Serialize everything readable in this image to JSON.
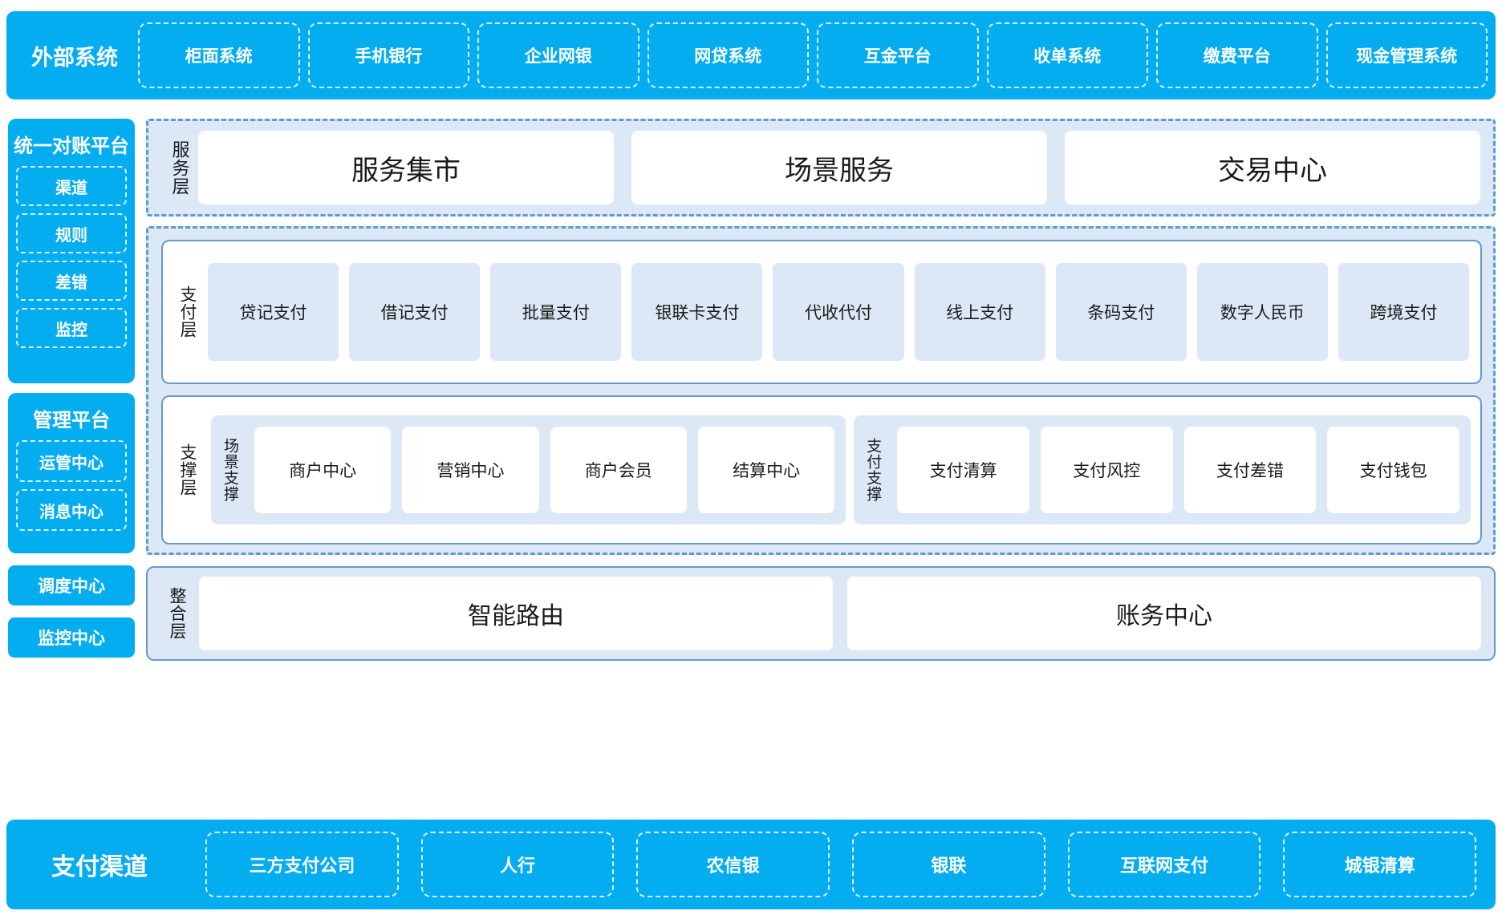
{
  "colors": {
    "brand_blue": "#03ADEF",
    "panel_light_blue": "#DCE8F6",
    "dashed_border_blue": "#5B9BD5",
    "box_border_blue": "#6699D0",
    "white": "#FFFFFF",
    "text_dark": "#1A1A1A"
  },
  "external_systems": {
    "title": "外部系统",
    "items": [
      "柜面系统",
      "手机银行",
      "企业网银",
      "网贷系统",
      "互金平台",
      "收单系统",
      "缴费平台",
      "现金管理系统"
    ]
  },
  "sidebar": {
    "recon_platform": {
      "title": "统一对账平台",
      "items": [
        "渠道",
        "规则",
        "差错",
        "监控"
      ]
    },
    "management_platform": {
      "title": "管理平台",
      "items": [
        "运管中心",
        "消息中心"
      ]
    },
    "standalone_buttons": [
      "调度中心",
      "监控中心"
    ]
  },
  "service_layer": {
    "label": "服务层",
    "items": [
      "服务集市",
      "场景服务",
      "交易中心"
    ]
  },
  "payment_layer": {
    "label": "支付层",
    "items": [
      "贷记支付",
      "借记支付",
      "批量支付",
      "银联卡支付",
      "代收代付",
      "线上支付",
      "条码支付",
      "数字人民币",
      "跨境支付"
    ]
  },
  "support_layer": {
    "label": "支撑层",
    "groups": [
      {
        "label": "场景支撑",
        "items": [
          "商户中心",
          "营销中心",
          "商户会员",
          "结算中心"
        ]
      },
      {
        "label": "支付支撑",
        "items": [
          "支付清算",
          "支付风控",
          "支付差错",
          "支付钱包"
        ]
      }
    ]
  },
  "integration_layer": {
    "label": "整合层",
    "items": [
      "智能路由",
      "账务中心"
    ]
  },
  "payment_channels": {
    "title": "支付渠道",
    "items": [
      "三方支付公司",
      "人行",
      "农信银",
      "银联",
      "互联网支付",
      "城银清算"
    ]
  }
}
